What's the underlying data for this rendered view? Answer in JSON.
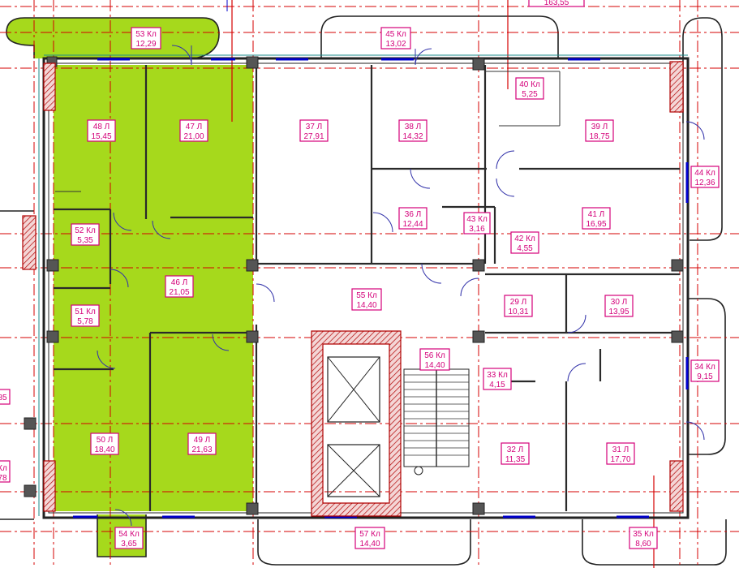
{
  "rooms": [
    {
      "id": "53",
      "name": "53 Кл",
      "area": "12,29"
    },
    {
      "id": "45",
      "name": "45 Кл",
      "area": "13,02"
    },
    {
      "id": "48",
      "name": "48 Л",
      "area": "15,45"
    },
    {
      "id": "47",
      "name": "47 Л",
      "area": "21,00"
    },
    {
      "id": "37",
      "name": "37 Л",
      "area": "27,91"
    },
    {
      "id": "38",
      "name": "38 Л",
      "area": "14,32"
    },
    {
      "id": "40",
      "name": "40 Кл",
      "area": "5,25"
    },
    {
      "id": "39",
      "name": "39 Л",
      "area": "18,75"
    },
    {
      "id": "44",
      "name": "44 Кл",
      "area": "12,36"
    },
    {
      "id": "52",
      "name": "52 Кл",
      "area": "5,35"
    },
    {
      "id": "36",
      "name": "36 Л",
      "area": "12,44"
    },
    {
      "id": "43",
      "name": "43 Кл",
      "area": "3,16"
    },
    {
      "id": "42",
      "name": "42 Кл",
      "area": "4,55"
    },
    {
      "id": "41",
      "name": "41 Л",
      "area": "16,95"
    },
    {
      "id": "46",
      "name": "46 Л",
      "area": "21,05"
    },
    {
      "id": "55",
      "name": "55 Кл",
      "area": "14,40"
    },
    {
      "id": "29",
      "name": "29 Л",
      "area": "10,31"
    },
    {
      "id": "30",
      "name": "30 Л",
      "area": "13,95"
    },
    {
      "id": "51",
      "name": "51 Кл",
      "area": "5,78"
    },
    {
      "id": "56",
      "name": "56 Кл",
      "area": "14,40"
    },
    {
      "id": "33",
      "name": "33 Кл",
      "area": "4,15"
    },
    {
      "id": "34",
      "name": "34 Кл",
      "area": "9,15"
    },
    {
      "id": "50",
      "name": "50 Л",
      "area": "18,40"
    },
    {
      "id": "49",
      "name": "49 Л",
      "area": "21,63"
    },
    {
      "id": "32",
      "name": "32 Л",
      "area": "11,35"
    },
    {
      "id": "31",
      "name": "31 Л",
      "area": "17,70"
    },
    {
      "id": "54",
      "name": "54 Кл",
      "area": "3,65"
    },
    {
      "id": "57",
      "name": "57 Кл",
      "area": "14,40"
    },
    {
      "id": "35",
      "name": "35 Кл",
      "area": "8,60"
    }
  ],
  "edge_fragments": [
    {
      "id": "top",
      "text": "163,55"
    },
    {
      "id": "left-a",
      "text": "85"
    },
    {
      "id": "left-b",
      "text": "Кл"
    },
    {
      "id": "left-c",
      "text": "78"
    }
  ],
  "colors": {
    "selected_fill": "#a6d91c",
    "label": "#d4007a",
    "axis": "#d40000",
    "window": "#0000cc"
  }
}
